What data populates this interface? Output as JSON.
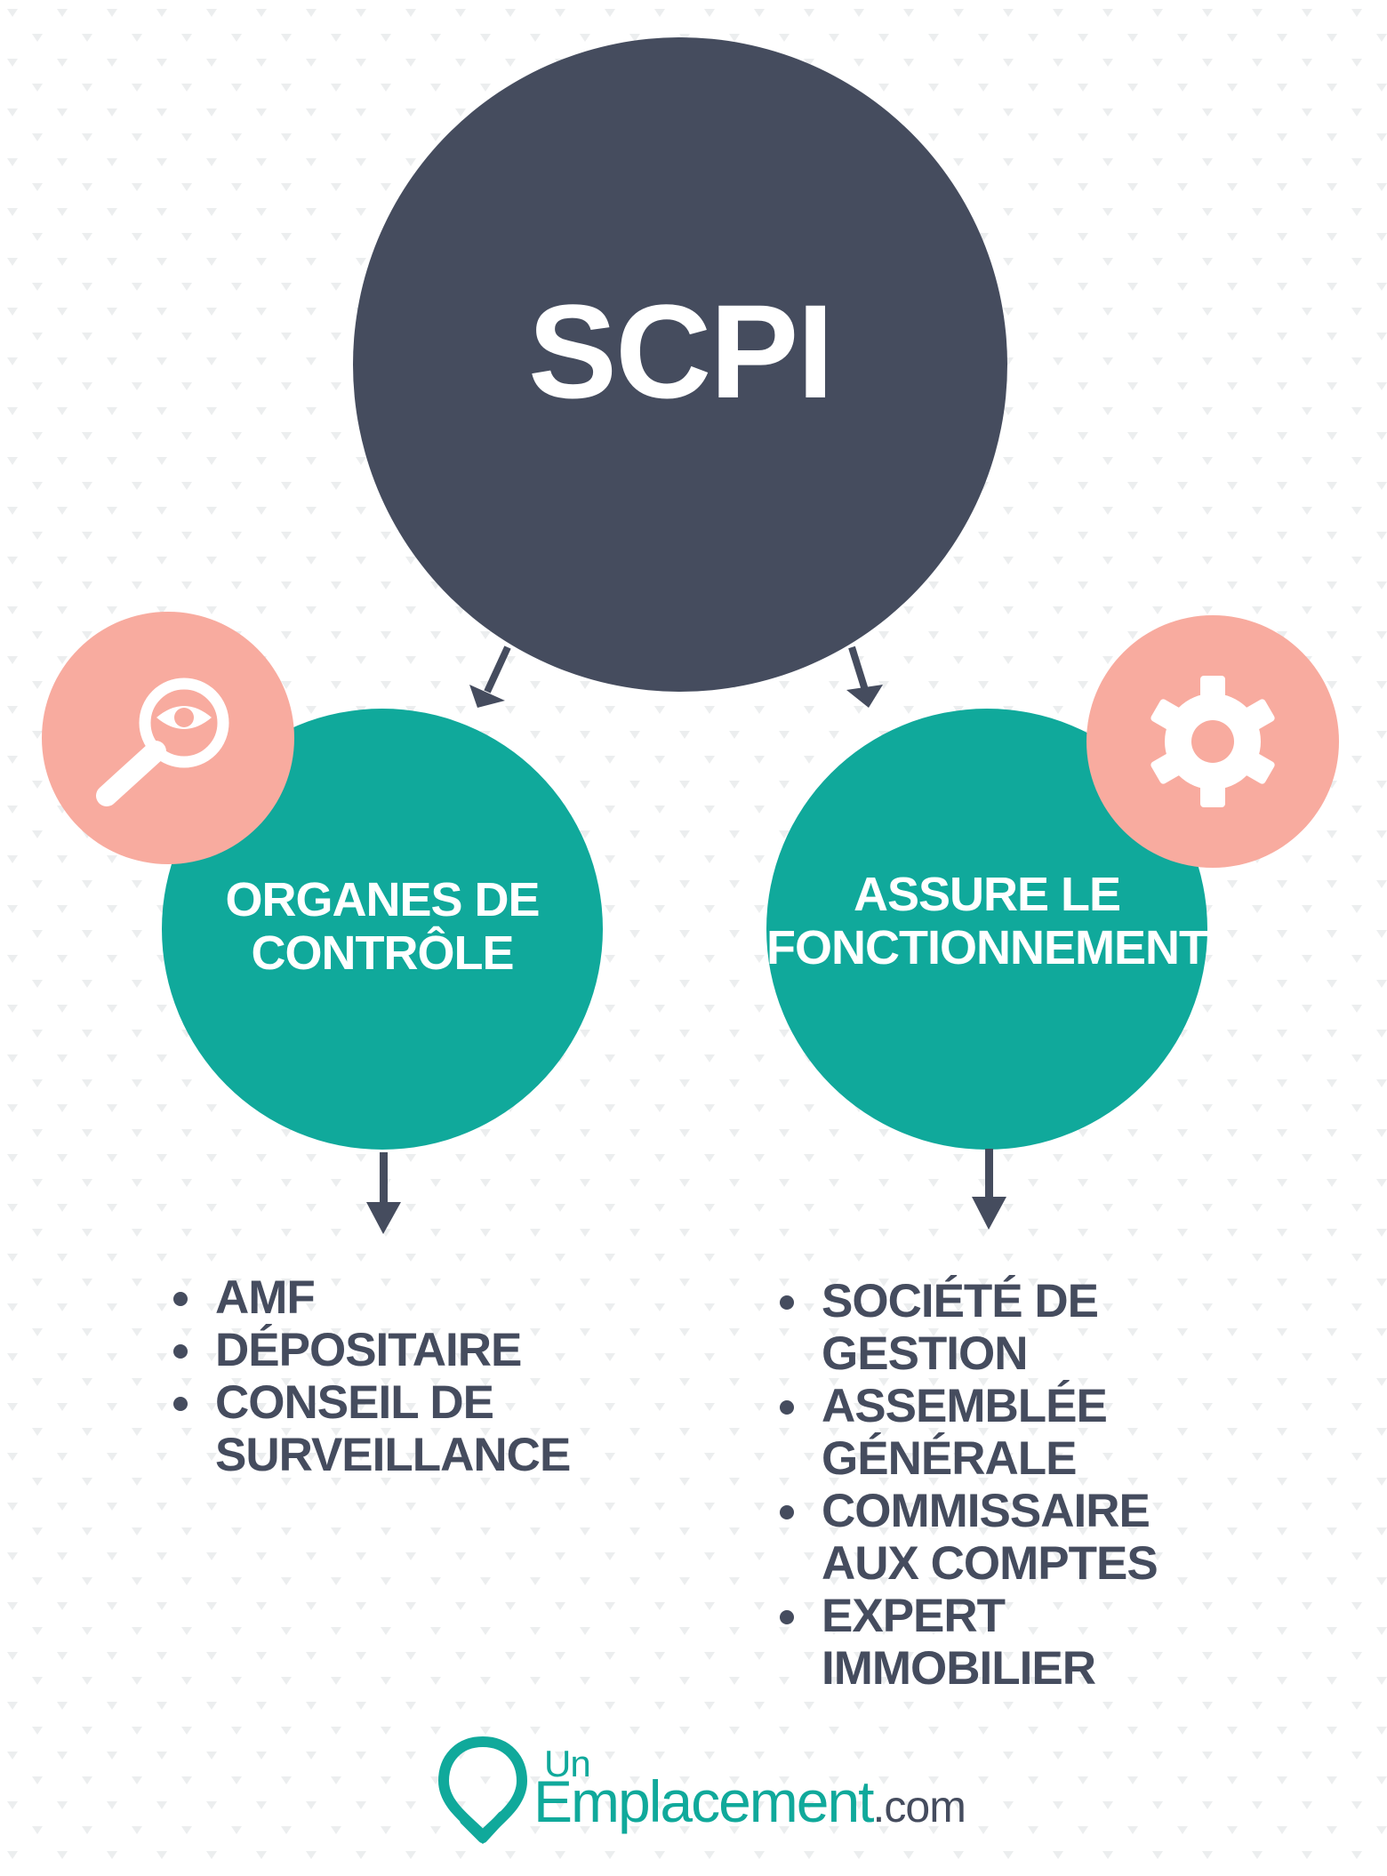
{
  "colors": {
    "dark": "#454c5e",
    "teal": "#10a99b",
    "salmon": "#f8ab9f",
    "white": "#ffffff",
    "pattern": "#eceeef"
  },
  "root": {
    "label": "SCPI"
  },
  "left": {
    "label_lines": [
      "ORGANES DE",
      "CONTRÔLE"
    ],
    "icon": "magnifying-glass-eye-icon",
    "items": [
      "AMF",
      "DÉPOSITAIRE",
      "CONSEIL DE\nSURVEILLANCE"
    ]
  },
  "right": {
    "label_lines": [
      "ASSURE LE",
      "FONCTIONNEMENT"
    ],
    "icon": "gear-icon",
    "items": [
      "SOCIÉTÉ DE\nGESTION",
      "ASSEMBLÉE\nGÉNÉRALE",
      "COMMISSAIRE\nAUX COMPTES",
      "EXPERT\nIMMOBILIER"
    ]
  },
  "logo": {
    "icon": "map-pin-check-icon",
    "line1": "Un",
    "line2": "Emplacement",
    "tld": ".com"
  }
}
